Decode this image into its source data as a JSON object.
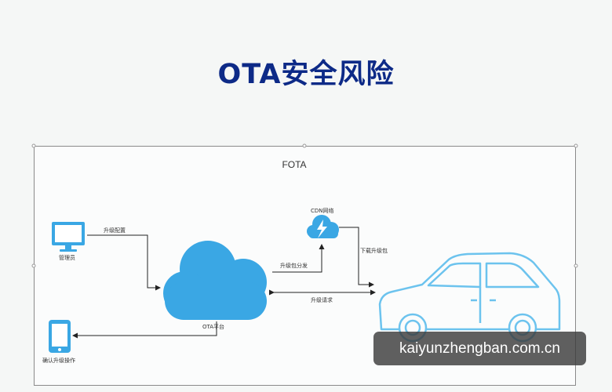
{
  "title": "OTA安全风险",
  "diagram": {
    "frame_title": "FOTA",
    "nodes": {
      "admin": "管理员",
      "mobile": "确认升级操作",
      "platform": "OTA平台",
      "cdn": "CDN网络"
    },
    "edges": {
      "upgrade_config": "升级配置",
      "package_distribute": "升级包分发",
      "download_package": "下载升级包",
      "upgrade_request": "升级请求"
    }
  },
  "watermark": "kaiyunzhengban.com.cn",
  "colors": {
    "title": "#0d2a87",
    "icon_blue": "#3aa7e4",
    "car_outline": "#6cc3ee"
  }
}
